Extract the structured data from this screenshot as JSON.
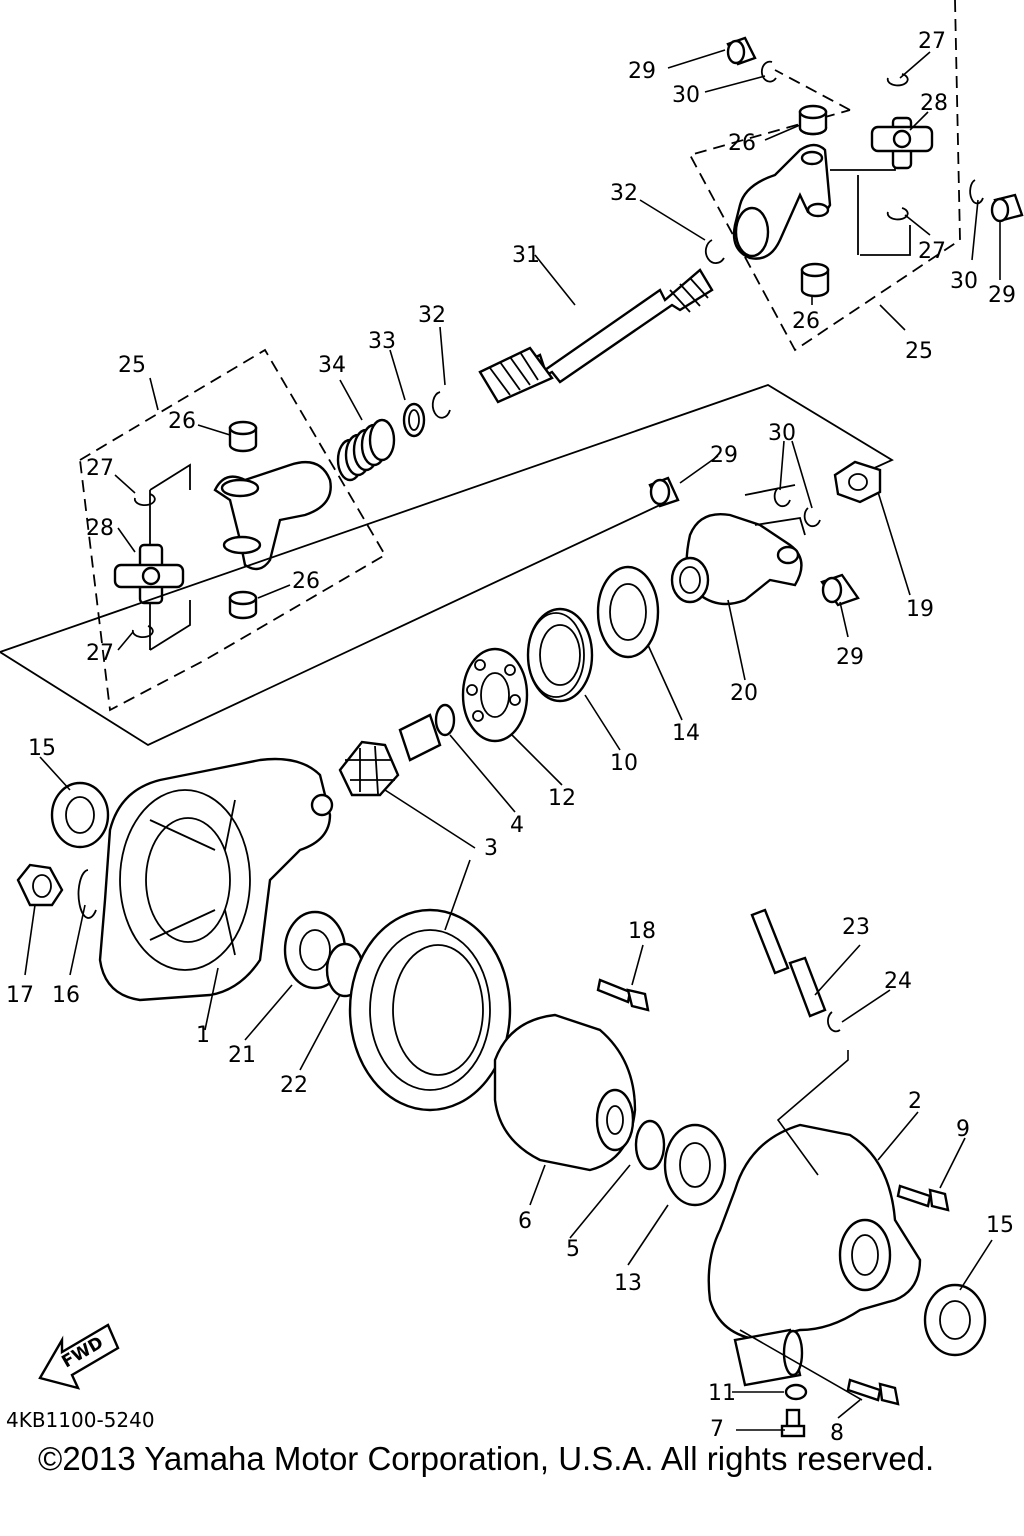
{
  "diagram": {
    "code": "4KB1100-5240",
    "copyright": "©2013 Yamaha Motor Corporation, U.S.A. All rights reserved.",
    "fwd": "FWD",
    "callouts": [
      "29",
      "30",
      "27",
      "28",
      "26",
      "32",
      "31",
      "27",
      "30",
      "29",
      "26",
      "25",
      "25",
      "34",
      "33",
      "32",
      "26",
      "27",
      "28",
      "26",
      "27",
      "29",
      "30",
      "19",
      "29",
      "20",
      "14",
      "10",
      "12",
      "4",
      "15",
      "3",
      "17",
      "16",
      "1",
      "21",
      "22",
      "18",
      "23",
      "24",
      "2",
      "9",
      "6",
      "5",
      "13",
      "15",
      "11",
      "7",
      "8"
    ]
  }
}
